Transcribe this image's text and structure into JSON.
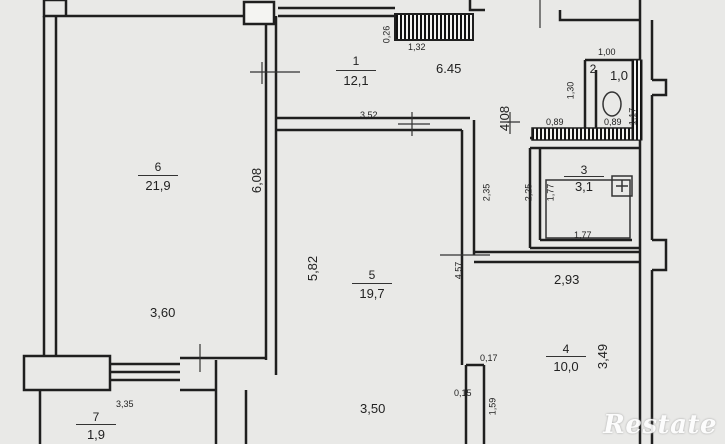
{
  "rooms": [
    {
      "num": "1",
      "area": "12,1"
    },
    {
      "num": "2",
      "area": "1,0"
    },
    {
      "num": "3",
      "area": "3,1"
    },
    {
      "num": "4",
      "area": "10,0"
    },
    {
      "num": "5",
      "area": "19,7"
    },
    {
      "num": "6",
      "area": "21,9"
    },
    {
      "num": "7",
      "area": "1,9"
    }
  ],
  "dims": {
    "d_645": "6.45",
    "d_408": "4.08",
    "d_608": "6,08",
    "d_582": "5,82",
    "d_360": "3,60",
    "d_350": "3,50",
    "d_293": "2,93",
    "d_349": "3,49",
    "d_352": "3,52",
    "d_132": "1,32",
    "d_026": "0,26",
    "d_100": "1,00",
    "d_130": "1,30",
    "d_117": "1,17",
    "d_089": "0,89",
    "d_0895": "0,89",
    "d_235": "2,35",
    "d_225": "2,25",
    "d_177v": "1,77",
    "d_177h": "1,77",
    "d_457": "4,57",
    "d_017": "0,17",
    "d_015": "0,15",
    "d_159": "1,59",
    "d_335": "3,35"
  },
  "watermark": "Restate"
}
